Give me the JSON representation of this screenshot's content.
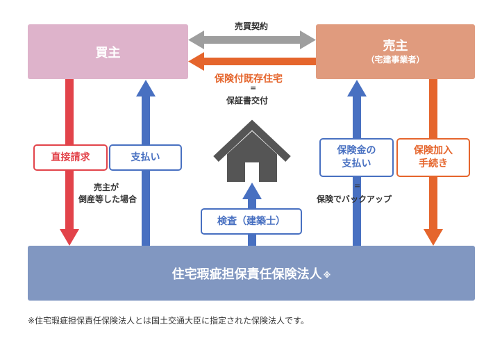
{
  "buyer": {
    "label": "買主"
  },
  "seller": {
    "label": "売主",
    "sublabel": "（宅建事業者）"
  },
  "insurer": {
    "label": "住宅瑕疵担保責任保険法人",
    "mark": "※"
  },
  "top": {
    "sale_contract": "売買契約",
    "insured_house": "保険付既存住宅",
    "equals": "=",
    "certificate": "保証書交付"
  },
  "left": {
    "direct_claim": "直接請求",
    "payment": "支払い",
    "note_line1": "売主が",
    "note_line2": "倒産等した場合"
  },
  "center": {
    "inspection": "検査（建築士）"
  },
  "right": {
    "insurance_payment_line1": "保険金の",
    "insurance_payment_line2": "支払い",
    "equals": "=",
    "backup_note": "保険でバックアップ",
    "enroll_line1": "保険加入",
    "enroll_line2": "手続き"
  },
  "footnote": "※住宅瑕疵担保責任保険法人とは国土交通大臣に指定された保険法人です。",
  "colors": {
    "buyer_bg": "#deb3cb",
    "seller_bg": "#e09b7e",
    "insurer_bg": "#8197c1",
    "red": "#e2434a",
    "blue": "#4870c1",
    "orange": "#e5652c",
    "gray": "#9e9e9e",
    "house": "#555555"
  },
  "icons": {
    "house": "house-icon"
  }
}
